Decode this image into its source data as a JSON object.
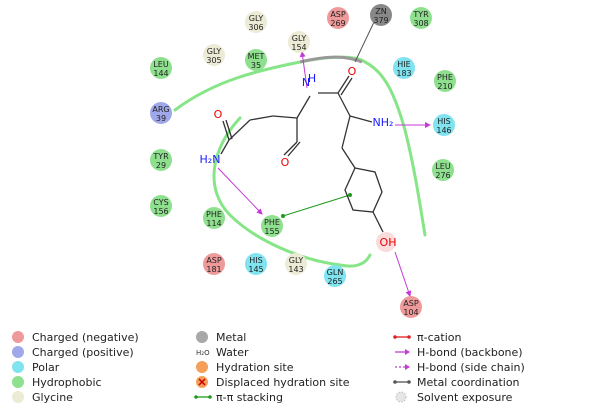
{
  "residues": [
    {
      "id": "gly306",
      "name": "GLY",
      "num": "306",
      "type": "glycine"
    },
    {
      "id": "asp269",
      "name": "ASP",
      "num": "269",
      "type": "charged_negative"
    },
    {
      "id": "zn379",
      "name": "ZN",
      "num": "379",
      "type": "metal"
    },
    {
      "id": "tyr308",
      "name": "TYR",
      "num": "308",
      "type": "hydrophobic"
    },
    {
      "id": "gly305",
      "name": "GLY",
      "num": "305",
      "type": "glycine"
    },
    {
      "id": "gly154",
      "name": "GLY",
      "num": "154",
      "type": "glycine"
    },
    {
      "id": "met35",
      "name": "MET",
      "num": "35",
      "type": "hydrophobic"
    },
    {
      "id": "leu144",
      "name": "LEU",
      "num": "144",
      "type": "hydrophobic"
    },
    {
      "id": "hie183",
      "name": "HIE",
      "num": "183",
      "type": "polar"
    },
    {
      "id": "phe210",
      "name": "PHE",
      "num": "210",
      "type": "hydrophobic"
    },
    {
      "id": "arg39",
      "name": "ARG",
      "num": "39",
      "type": "charged_positive"
    },
    {
      "id": "his146",
      "name": "HIS",
      "num": "146",
      "type": "polar"
    },
    {
      "id": "tyr29",
      "name": "TYR",
      "num": "29",
      "type": "hydrophobic"
    },
    {
      "id": "leu276",
      "name": "LEU",
      "num": "276",
      "type": "hydrophobic"
    },
    {
      "id": "cys156",
      "name": "CYS",
      "num": "156",
      "type": "hydrophobic"
    },
    {
      "id": "phe114",
      "name": "PHE",
      "num": "114",
      "type": "hydrophobic"
    },
    {
      "id": "phe155",
      "name": "PHE",
      "num": "155",
      "type": "hydrophobic"
    },
    {
      "id": "asp181",
      "name": "ASP",
      "num": "181",
      "type": "charged_negative"
    },
    {
      "id": "his145",
      "name": "HIS",
      "num": "145",
      "type": "polar"
    },
    {
      "id": "gly143",
      "name": "GLY",
      "num": "143",
      "type": "glycine"
    },
    {
      "id": "gln265",
      "name": "GLN",
      "num": "265",
      "type": "polar"
    },
    {
      "id": "asp104",
      "name": "ASP",
      "num": "104",
      "type": "charged_negative"
    }
  ],
  "colors": {
    "charged_negative": "#ef9a9a",
    "charged_positive": "#9fa8e8",
    "polar": "#7fe3f0",
    "hydrophobic": "#8ee08e",
    "glycine": "#ecebd6",
    "metal": "#a8a8a8",
    "hbond": "#c43bd6",
    "pipi": "#1f9a1f",
    "pocket": "#86e586",
    "cation": "#e02020",
    "metal_coord": "#555555"
  },
  "atoms": {
    "n_amide": "N",
    "h_amide": "H",
    "o_amide": "O",
    "nh2_tail": "H₂N",
    "o_tail": "O",
    "o_aldehyde": "O",
    "nh2_alpha": "NH₂",
    "oh": "OH"
  },
  "legend": [
    {
      "label": "Charged (negative)",
      "icon": "circle",
      "color": "#ef9a9a"
    },
    {
      "label": "Charged (positive)",
      "icon": "circle",
      "color": "#9fa8e8"
    },
    {
      "label": "Polar",
      "icon": "circle",
      "color": "#7fe3f0"
    },
    {
      "label": "Hydrophobic",
      "icon": "circle",
      "color": "#8ee08e"
    },
    {
      "label": "Glycine",
      "icon": "circle",
      "color": "#ecebd6"
    },
    {
      "label": "Metal",
      "icon": "circle",
      "color": "#a8a8a8"
    },
    {
      "label": "Water",
      "icon": "water-text",
      "color": "#333333"
    },
    {
      "label": "Hydration site",
      "icon": "circle",
      "color": "#f5a05a"
    },
    {
      "label": "Displaced hydration site",
      "icon": "cross-circle",
      "color": "#f5a05a"
    },
    {
      "label": "π-π stacking",
      "icon": "dot-line",
      "color": "#1f9a1f"
    },
    {
      "label": "π-cation",
      "icon": "dot-line",
      "color": "#e02020"
    },
    {
      "label": "H-bond (backbone)",
      "icon": "arrow",
      "color": "#c43bd6"
    },
    {
      "label": "H-bond (side chain)",
      "icon": "dash-arrow",
      "color": "#c43bd6"
    },
    {
      "label": "Metal coordination",
      "icon": "dot-line",
      "color": "#555555"
    },
    {
      "label": "Solvent exposure",
      "icon": "halo",
      "color": "#cccccc"
    }
  ],
  "water_label": "H₂O"
}
